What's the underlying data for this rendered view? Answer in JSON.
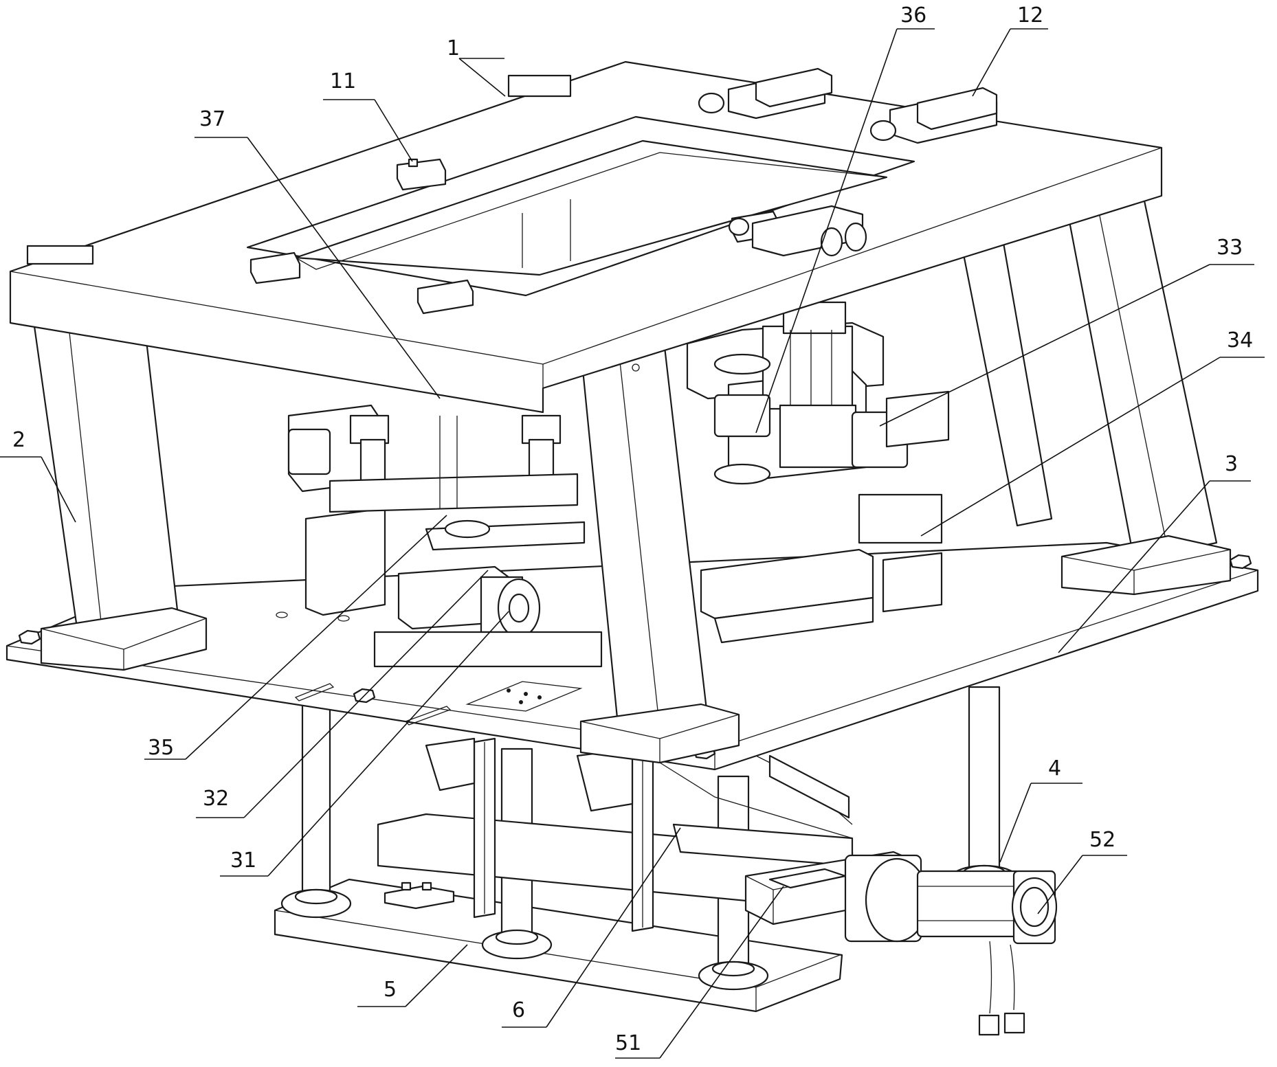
{
  "figure": {
    "callouts": [
      {
        "id": "c1",
        "text": "1"
      },
      {
        "id": "c11",
        "text": "11"
      },
      {
        "id": "c37",
        "text": "37"
      },
      {
        "id": "c36",
        "text": "36"
      },
      {
        "id": "c12",
        "text": "12"
      },
      {
        "id": "c33",
        "text": "33"
      },
      {
        "id": "c34",
        "text": "34"
      },
      {
        "id": "c2",
        "text": "2"
      },
      {
        "id": "c3",
        "text": "3"
      },
      {
        "id": "c35",
        "text": "35"
      },
      {
        "id": "c32",
        "text": "32"
      },
      {
        "id": "c31",
        "text": "31"
      },
      {
        "id": "c4",
        "text": "4"
      },
      {
        "id": "c52",
        "text": "52"
      },
      {
        "id": "c5",
        "text": "5"
      },
      {
        "id": "c6",
        "text": "6"
      },
      {
        "id": "c51",
        "text": "51"
      }
    ]
  }
}
